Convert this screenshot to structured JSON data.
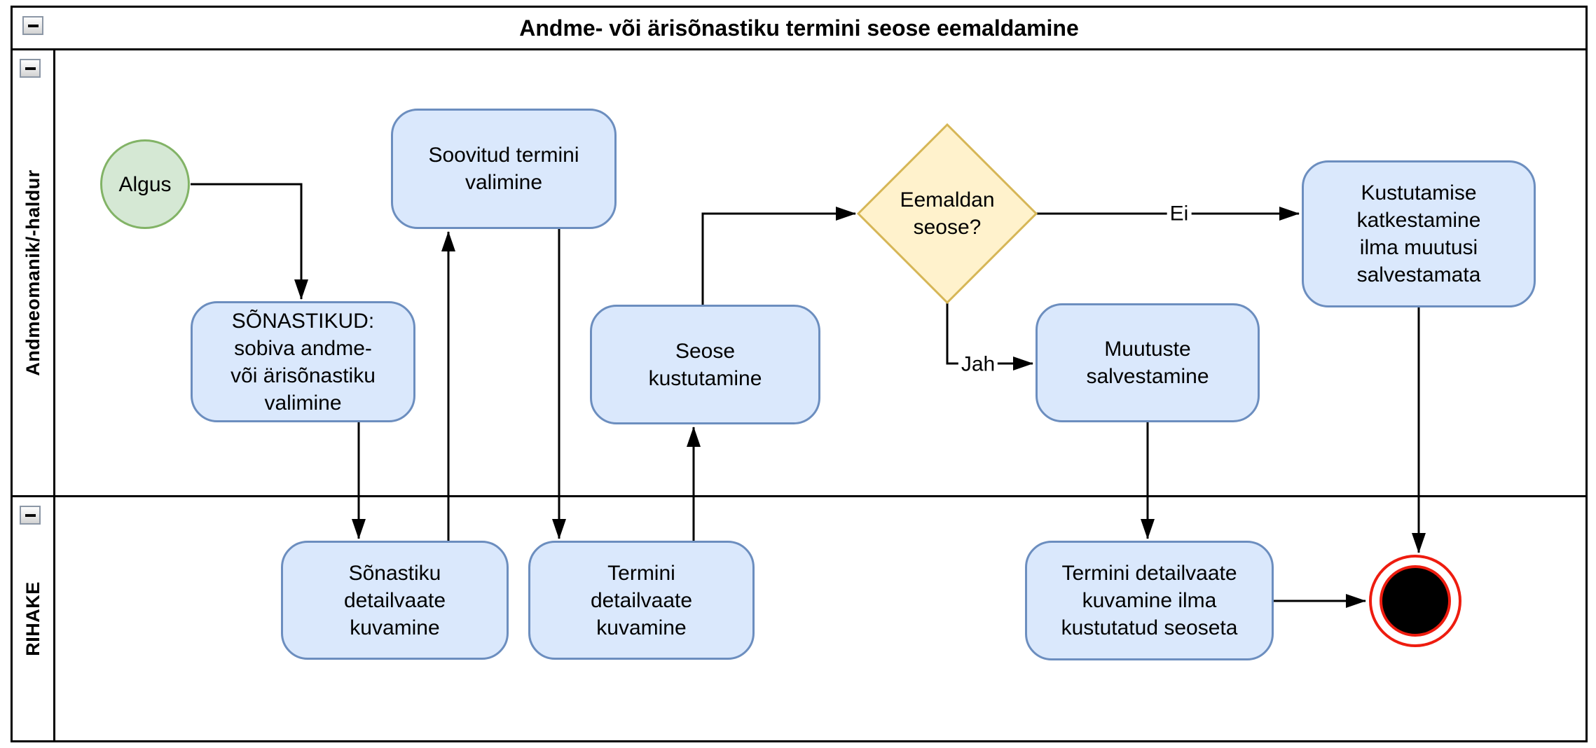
{
  "pool": {
    "title": "Andme- või ärisõnastiku termini seose eemaldamine"
  },
  "lanes": [
    {
      "label": "Andmeomanik/-haldur"
    },
    {
      "label": "RIHAKE"
    }
  ],
  "nodes": {
    "start": {
      "type": "start-event",
      "label": "Algus"
    },
    "select_glossary": {
      "type": "task",
      "label": "SÕNASTIKUD:\nsobiva andme-\nvõi ärisõnastiku\nvalimine"
    },
    "select_term": {
      "type": "task",
      "label": "Soovitud termini\nvalimine"
    },
    "delete_relation": {
      "type": "task",
      "label": "Seose\nkustutamine"
    },
    "decision": {
      "type": "gateway",
      "label": "Eemaldan\nseose?"
    },
    "cancel_delete": {
      "type": "task",
      "label": "Kustutamise\nkatkestamine\nilma muutusi\nsalvestamata"
    },
    "save_changes": {
      "type": "task",
      "label": "Muutuste\nsalvestamine"
    },
    "glossary_detail": {
      "type": "task",
      "label": "Sõnastiku\ndetailvaate\nkuvamine"
    },
    "term_detail": {
      "type": "task",
      "label": "Termini\ndetailvaate\nkuvamine"
    },
    "term_detail_no_relation": {
      "type": "task",
      "label": "Termini detailvaate\nkuvamine ilma\nkustutatud seoseta"
    },
    "end": {
      "type": "end-event"
    }
  },
  "edge_labels": {
    "no": "Ei",
    "yes": "Jah"
  },
  "colors": {
    "task_fill": "#dae8fc",
    "task_stroke": "#6c8ebf",
    "start_fill": "#d5e8d4",
    "start_stroke": "#82b366",
    "gateway_fill": "#fff2cc",
    "gateway_stroke": "#d6b656",
    "end_fill": "#000000",
    "end_stroke": "#ee1c0f",
    "line": "#000000",
    "frame": "#000000",
    "button_border": "#8c97a6"
  }
}
